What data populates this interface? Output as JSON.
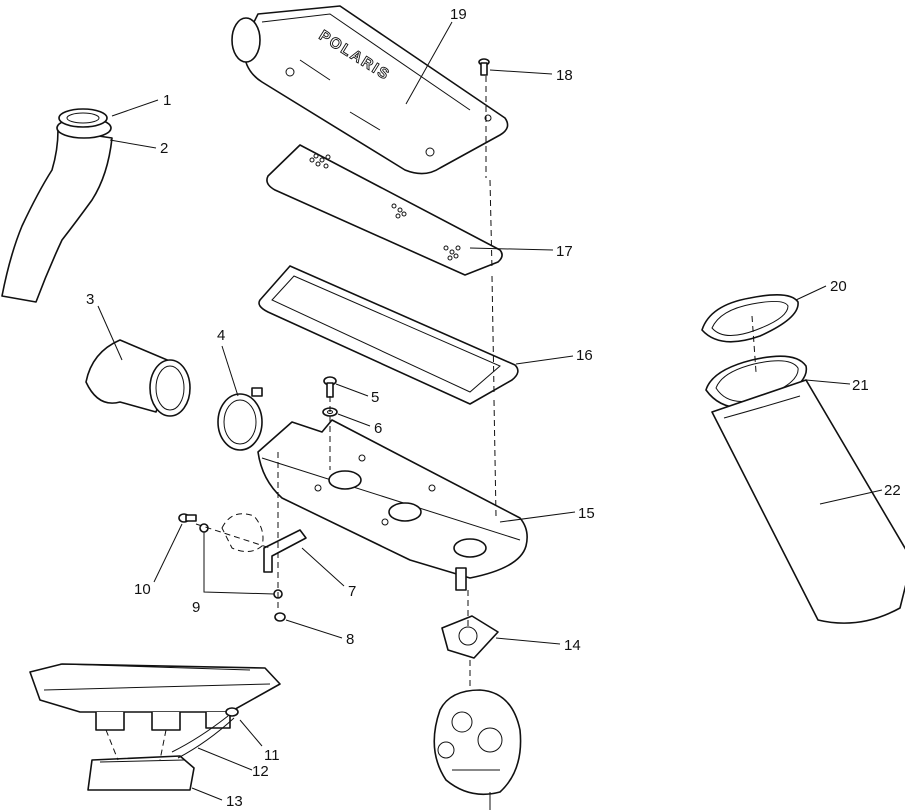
{
  "diagram": {
    "brand_text": "POLARIS",
    "callouts": [
      {
        "id": "1",
        "label": "1"
      },
      {
        "id": "2",
        "label": "2"
      },
      {
        "id": "3",
        "label": "3"
      },
      {
        "id": "4",
        "label": "4"
      },
      {
        "id": "5",
        "label": "5"
      },
      {
        "id": "6",
        "label": "6"
      },
      {
        "id": "7",
        "label": "7"
      },
      {
        "id": "8",
        "label": "8"
      },
      {
        "id": "9",
        "label": "9"
      },
      {
        "id": "10",
        "label": "10"
      },
      {
        "id": "11",
        "label": "11"
      },
      {
        "id": "12",
        "label": "12"
      },
      {
        "id": "13",
        "label": "13"
      },
      {
        "id": "14",
        "label": "14"
      },
      {
        "id": "15",
        "label": "15"
      },
      {
        "id": "16",
        "label": "16"
      },
      {
        "id": "17",
        "label": "17"
      },
      {
        "id": "18",
        "label": "18"
      },
      {
        "id": "19",
        "label": "19"
      },
      {
        "id": "20",
        "label": "20"
      },
      {
        "id": "21",
        "label": "21"
      },
      {
        "id": "22",
        "label": "22"
      }
    ]
  }
}
